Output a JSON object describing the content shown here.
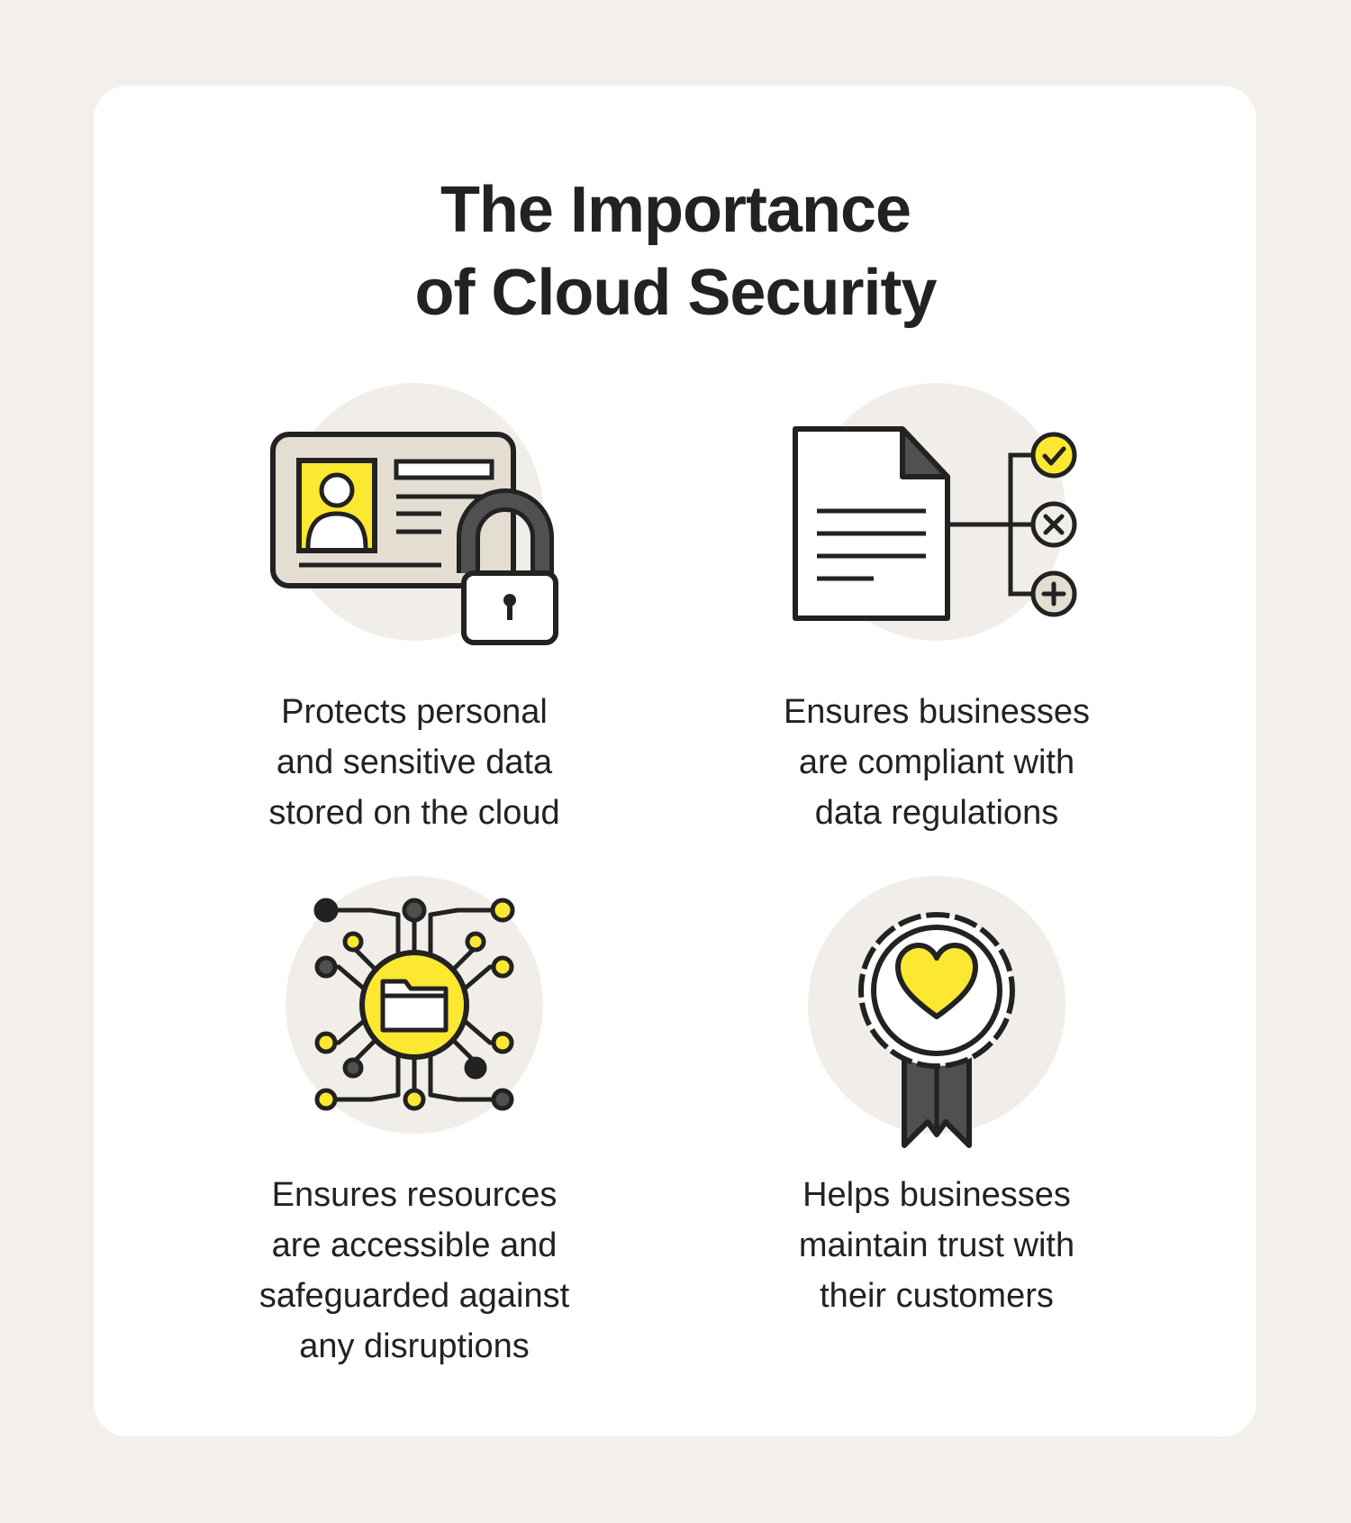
{
  "page": {
    "title_lines": [
      "The Importance",
      "of Cloud Security"
    ]
  },
  "features": [
    {
      "icon": "id-card-lock-icon",
      "lines": [
        "Protects personal",
        "and sensitive data",
        "stored on the cloud"
      ]
    },
    {
      "icon": "document-checklist-icon",
      "lines": [
        "Ensures businesses",
        "are compliant with",
        "data regulations"
      ]
    },
    {
      "icon": "network-folder-icon",
      "lines": [
        "Ensures resources",
        "are accessible and",
        "safeguarded against",
        "any disruptions"
      ]
    },
    {
      "icon": "heart-badge-icon",
      "lines": [
        "Helps businesses",
        "maintain trust with",
        "their customers"
      ]
    }
  ],
  "colors": {
    "page_background": "#f3f0eb",
    "card_background": "#ffffff",
    "icon_circle": "#f1eeea",
    "accent_yellow": "#fce830",
    "outline": "#222222",
    "dark_gray": "#505050",
    "beige": "#e4ddd2"
  }
}
